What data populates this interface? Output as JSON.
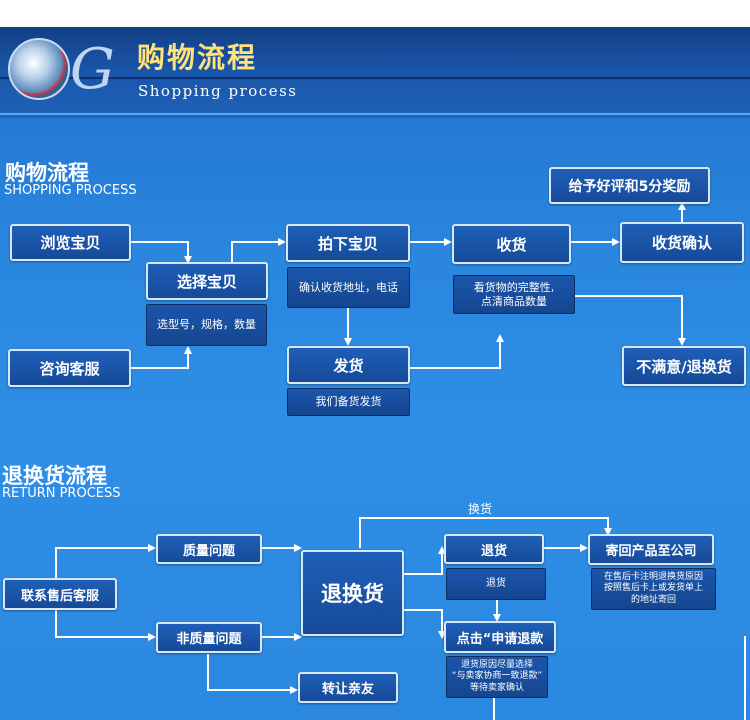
{
  "header": {
    "logo_letter": "G",
    "title": "购物流程",
    "subtitle": "Shopping process"
  },
  "shopping": {
    "title": "购物流程",
    "subtitle": "SHOPPING PROCESS",
    "browse": "浏览宝贝",
    "consult": "咨询客服",
    "select": "选择宝贝",
    "select_note": "选型号，规格，数量",
    "bid": "拍下宝贝",
    "bid_note": "确认收货地址，电话",
    "ship": "发货",
    "ship_note": "我们备货发货",
    "receive": "收货",
    "receive_note_line1": "看货物的完整性,",
    "receive_note_line2": "点清商品数量",
    "confirm": "收货确认",
    "praise": "给予好评和5分奖励",
    "unsatisfied": "不满意/退换货"
  },
  "return_process": {
    "title": "退换货流程",
    "subtitle": "RETURN PROCESS",
    "contact": "联系售后客服",
    "quality": "质量问题",
    "non_quality": "非质量问题",
    "exchange_return": "退换货",
    "exchange_label": "换货",
    "refund": "退货",
    "refund_note": "退货",
    "apply_refund": "点击“申请退款",
    "apply_note_line1": "退货原因尽量选择",
    "apply_note_line2": "“与卖家协商一致退款”",
    "apply_note_line3": "等待卖家确认",
    "send_back": "寄回产品至公司",
    "send_back_note_line1": "在售后卡注明退换货原因",
    "send_back_note_line2": "按照售后卡上或发货单上",
    "send_back_note_line3": "的地址寄回",
    "transfer": "转让亲友"
  }
}
